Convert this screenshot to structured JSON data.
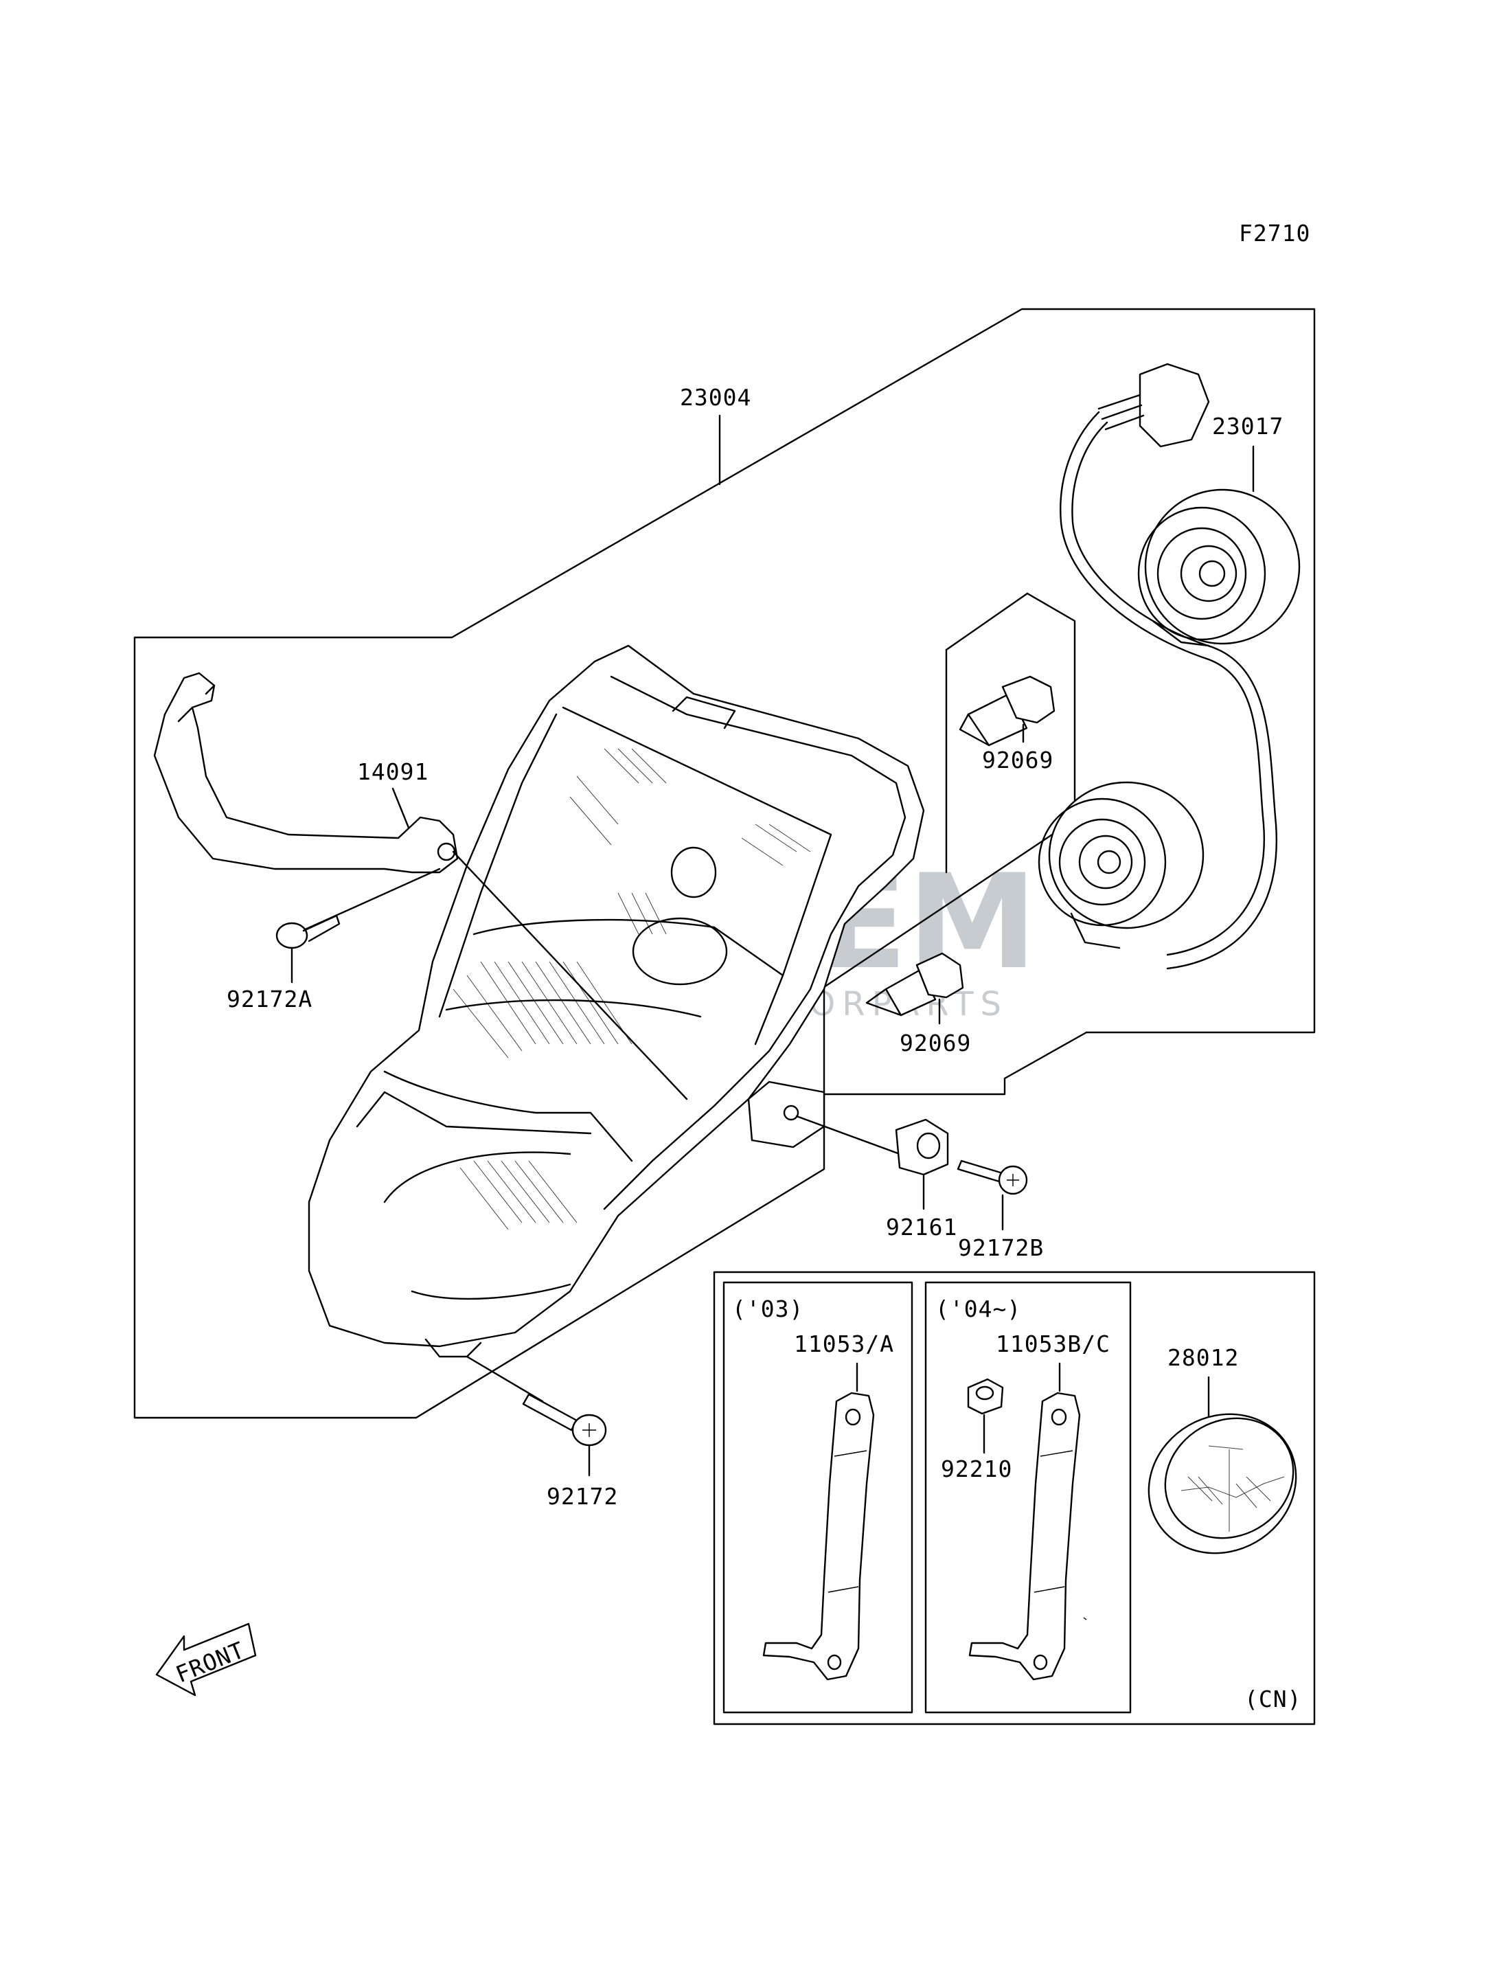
{
  "diagram_code": "F2710",
  "watermark": {
    "main": "OEM",
    "sub": "MOTORPARTS",
    "color": "#5aa0d8"
  },
  "parts": {
    "headlight_assy": "23004",
    "socket_harness": "23017",
    "bracket": "14091",
    "bulb_upper": "92069",
    "bulb_lower": "92069",
    "screw_a": "92172A",
    "grommet": "92161",
    "screw_b": "92172B",
    "screw": "92172",
    "bracket_03": "11053/A",
    "bracket_04": "11053B/C",
    "collar": "92210",
    "reflector": "28012"
  },
  "variants": {
    "y03": "('03)",
    "y04": "('04~)",
    "region": "(CN)"
  },
  "front_arrow": "FRONT"
}
